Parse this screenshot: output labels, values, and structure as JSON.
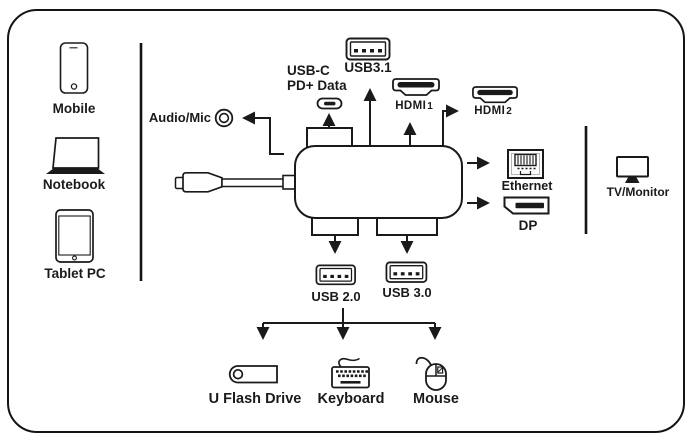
{
  "colors": {
    "ink": "#1a1a1a",
    "bg": "#ffffff"
  },
  "hosts": {
    "items": [
      {
        "label": "Mobile"
      },
      {
        "label": "Notebook"
      },
      {
        "label": "Tablet PC"
      }
    ]
  },
  "hub": {
    "audio_label": "Audio/Mic",
    "usbc_pd_label_line1": "USB-C",
    "usbc_pd_label_line2": "PD+ Data",
    "usb31_label": "USB3.1",
    "hdmi1": {
      "logo": "HDMI",
      "number": "1"
    },
    "hdmi2": {
      "logo": "HDMI",
      "number": "2"
    },
    "ethernet_label": "Ethernet",
    "dp_label": "DP",
    "usb20_label": "USB 2.0",
    "usb30_label": "USB 3.0"
  },
  "display": {
    "label": "TV/Monitor"
  },
  "peripherals": {
    "items": [
      {
        "label": "U Flash Drive"
      },
      {
        "label": "Keyboard"
      },
      {
        "label": "Mouse"
      }
    ]
  },
  "icons": {
    "mobile-icon": "smartphone outline",
    "notebook-icon": "laptop outline",
    "tablet-pc-icon": "tablet outline",
    "audio-jack-icon": "concentric circles 3.5mm jack",
    "usb-c-plug-icon": "usb-c cable plug",
    "usb-c-port-icon": "usb-c pill port",
    "usb-a-port-icon": "usb-a port",
    "hdmi-port-icon": "hdmi trapezoid port",
    "ethernet-port-icon": "rj45 jack",
    "dp-port-icon": "displayport plug",
    "tv-monitor-icon": "desktop monitor",
    "flash-drive-icon": "usb flash drive",
    "keyboard-icon": "keyboard with cable",
    "mouse-icon": "wired mouse"
  }
}
